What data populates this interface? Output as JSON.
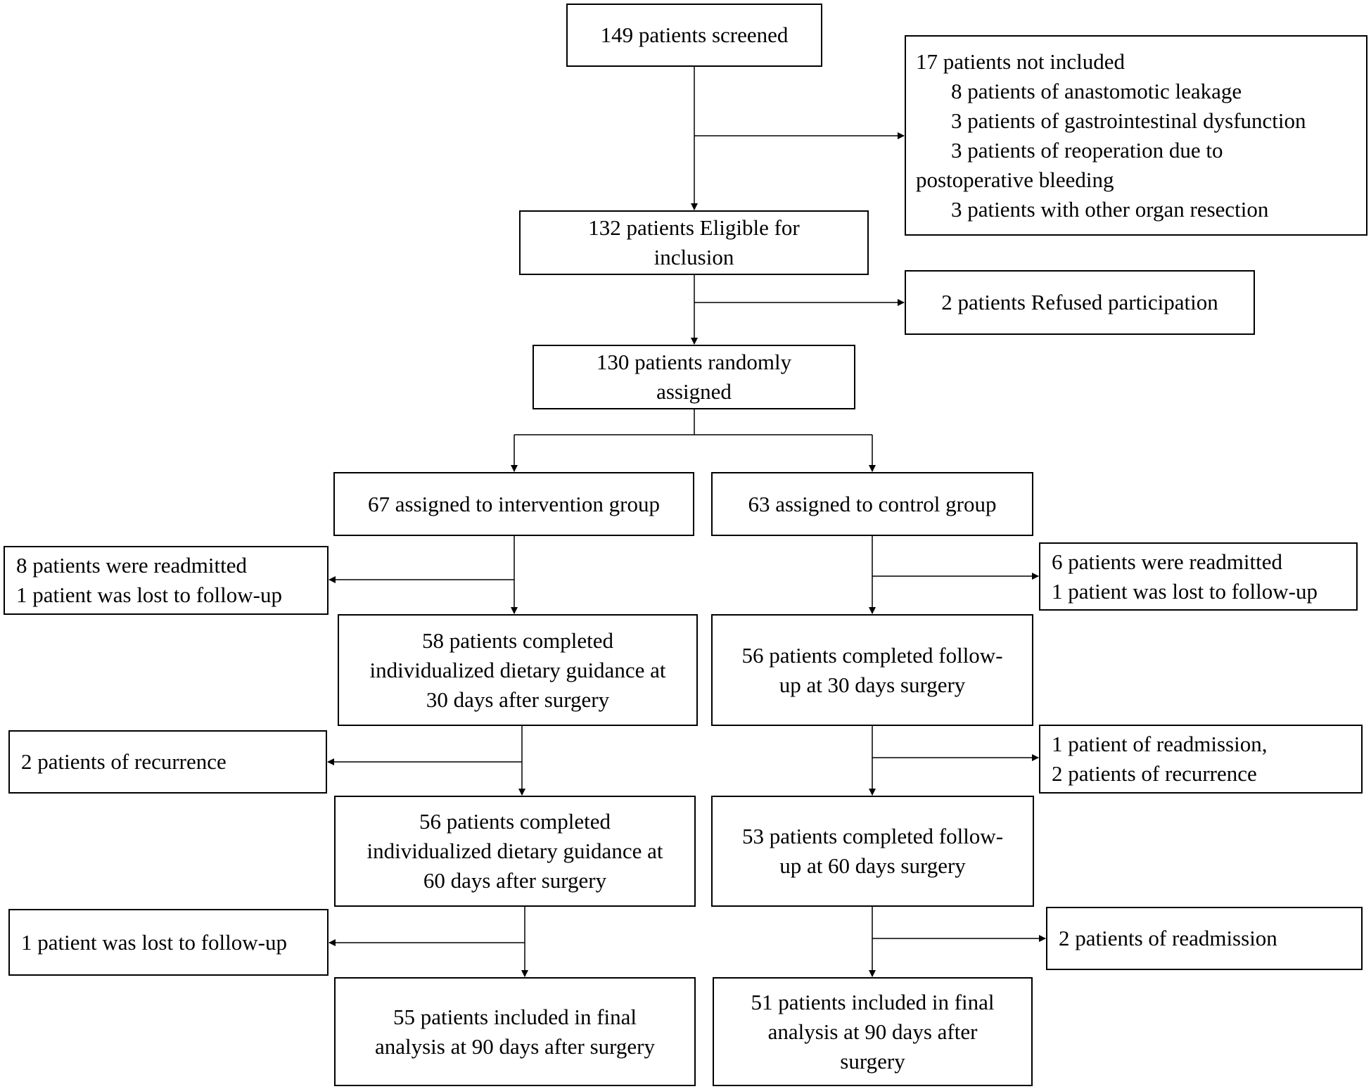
{
  "flowchart": {
    "screened": [
      "149 patients screened"
    ],
    "not_included": {
      "header": "17 patients not included",
      "items": [
        "8 patients of anastomotic leakage",
        "3 patients of gastrointestinal dysfunction",
        "3 patients of reoperation due to",
        "postoperative bleeding",
        "3 patients with other organ resection"
      ]
    },
    "eligible": [
      "132 patients Eligible for",
      "inclusion"
    ],
    "refused": [
      "2 patients Refused participation"
    ],
    "randomized": [
      "130 patients randomly",
      "assigned"
    ],
    "intervention": {
      "assigned": [
        "67 assigned to intervention group"
      ],
      "excl_30": [
        "8 patients were readmitted",
        "1 patient was lost to follow-up"
      ],
      "completed_30": [
        "58 patients completed",
        "individualized dietary guidance at",
        "30 days after surgery"
      ],
      "excl_60": [
        "2 patients of recurrence"
      ],
      "completed_60": [
        "56 patients completed",
        "individualized dietary guidance at",
        "60 days after surgery"
      ],
      "excl_90": [
        "1 patient was lost to follow-up"
      ],
      "final": [
        "55 patients included in final",
        "analysis at 90 days after surgery"
      ]
    },
    "control": {
      "assigned": [
        "63 assigned to control group"
      ],
      "excl_30": [
        "6 patients were readmitted",
        "1 patient was lost to follow-up"
      ],
      "completed_30": [
        "56 patients completed follow-",
        "up at 30 days surgery"
      ],
      "excl_60": [
        "1 patient of readmission,",
        "2 patients of recurrence"
      ],
      "completed_60": [
        "53 patients completed follow-",
        "up at 60 days surgery"
      ],
      "excl_90": [
        "2 patients of readmission"
      ],
      "final": [
        "51 patients included in final",
        "analysis at 90 days after",
        "surgery"
      ]
    }
  }
}
